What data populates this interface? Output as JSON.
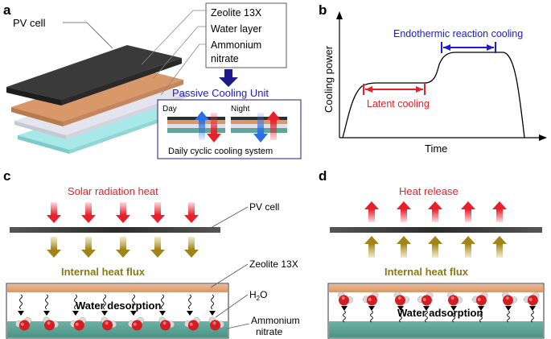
{
  "panel_a": {
    "letter": "a",
    "pv_cell": "PV cell",
    "legend": [
      "Zeolite 13X",
      "Water layer",
      "Ammonium",
      "nitrate"
    ],
    "passive_unit": "Passive Cooling Unit",
    "day": "Day",
    "night": "Night",
    "caption": "Daily cyclic cooling system"
  },
  "panel_b": {
    "letter": "b",
    "ylabel": "Cooling power",
    "xlabel": "Time",
    "endothermic": "Endothermic reaction cooling",
    "latent": "Latent cooling"
  },
  "panel_c": {
    "letter": "c",
    "solar": "Solar radiation heat",
    "pv_cell": "PV cell",
    "heat_flux": "Internal heat flux",
    "zeolite": "Zeolite 13X",
    "h2o_main": "H",
    "h2o_sub": "2",
    "h2o_end": "O",
    "desorption": "Water desorption",
    "ammonium_1": "Ammonium",
    "ammonium_2": "nitrate"
  },
  "panel_d": {
    "letter": "d",
    "heat_release": "Heat release",
    "heat_flux": "Internal heat flux",
    "adsorption": "Water adsorption"
  },
  "colors": {
    "red": "#e8202a",
    "blue": "#1a1ae0",
    "olive": "#8a7a10",
    "zeolite": "#e8a878",
    "nitrate": "#5fa69a",
    "navy": "#1f1a8c"
  }
}
